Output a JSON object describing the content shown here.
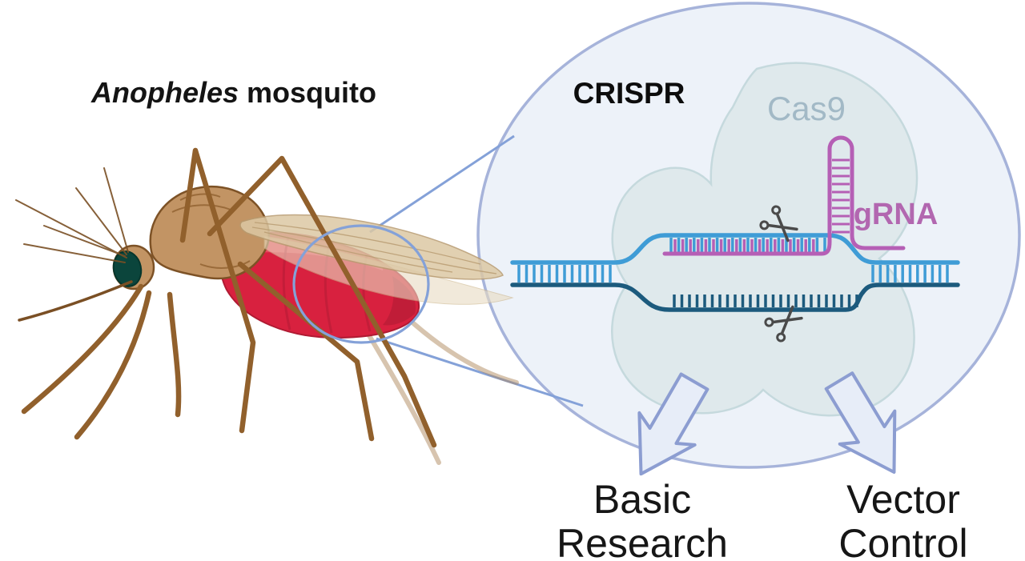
{
  "figure": {
    "mosquito_label": {
      "genus": "Anopheles",
      "rest": "mosquito"
    },
    "crispr_label": "CRISPR",
    "cas9_label": "Cas9",
    "grna_label": "gRNA",
    "outcomes": [
      {
        "line1": "Basic",
        "line2": "Research"
      },
      {
        "line1": "Vector",
        "line2": "Control"
      }
    ],
    "icons": [
      "scissors-icon",
      "scissors-icon",
      "magnifier-circle-icon",
      "down-left-block-arrow",
      "down-right-block-arrow"
    ],
    "palette": {
      "background": "#ffffff",
      "circle_fill": "#edf2f9",
      "circle_stroke": "#a6b3da",
      "cas9_blob_fill": "#dfe9ec",
      "cas9_blob_stroke": "#c5d9dd",
      "dna_light_strand": "#3f9cd6",
      "dna_dark_strand": "#1c5a7d",
      "grna_strand": "#b55fb5",
      "grna_text": "#b267b0",
      "cas9_text": "#a2b9c6",
      "arrow_fill": "#e7edf8",
      "arrow_stroke": "#8c9dd1",
      "callout_stroke": "#84a1d8",
      "scissors": "#4a4a4a",
      "label_text": "#141414",
      "mosquito_body": "#c29464",
      "mosquito_outline": "#7d5226",
      "mosquito_leg": "#91602c",
      "abdomen_red": "#d8213f",
      "eye_teal": "#0b453c",
      "wing_tan": "#dcc8a4"
    }
  }
}
